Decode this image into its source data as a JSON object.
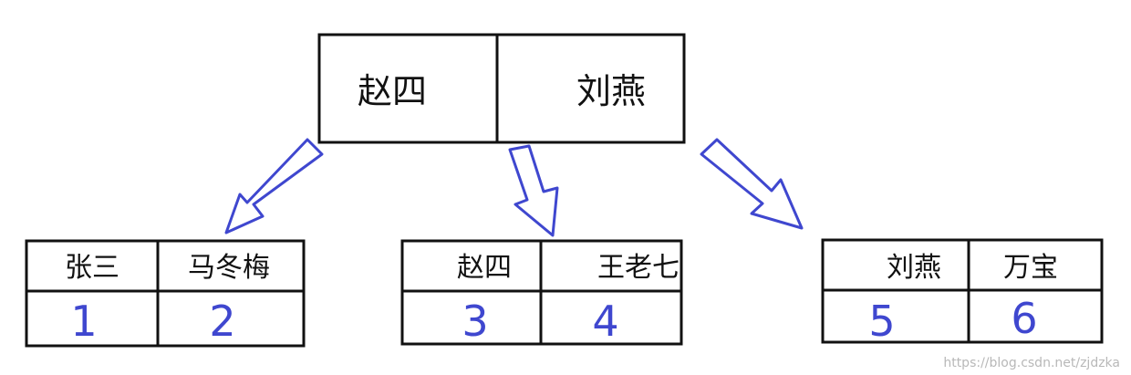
{
  "colors": {
    "line": "#111111",
    "arrow": "#3f47cf",
    "number": "#3f47cf",
    "watermark": "#b8b8b8"
  },
  "root": {
    "keys": [
      "赵四",
      "刘燕"
    ]
  },
  "children": [
    {
      "keys": [
        "张三",
        "马冬梅"
      ],
      "values": [
        "1",
        "2"
      ]
    },
    {
      "keys": [
        "赵四",
        "王老七"
      ],
      "values": [
        "3",
        "4"
      ]
    },
    {
      "keys": [
        "刘燕",
        "万宝"
      ],
      "values": [
        "5",
        "6"
      ]
    }
  ],
  "watermark": "https://blog.csdn.net/zjdzka"
}
